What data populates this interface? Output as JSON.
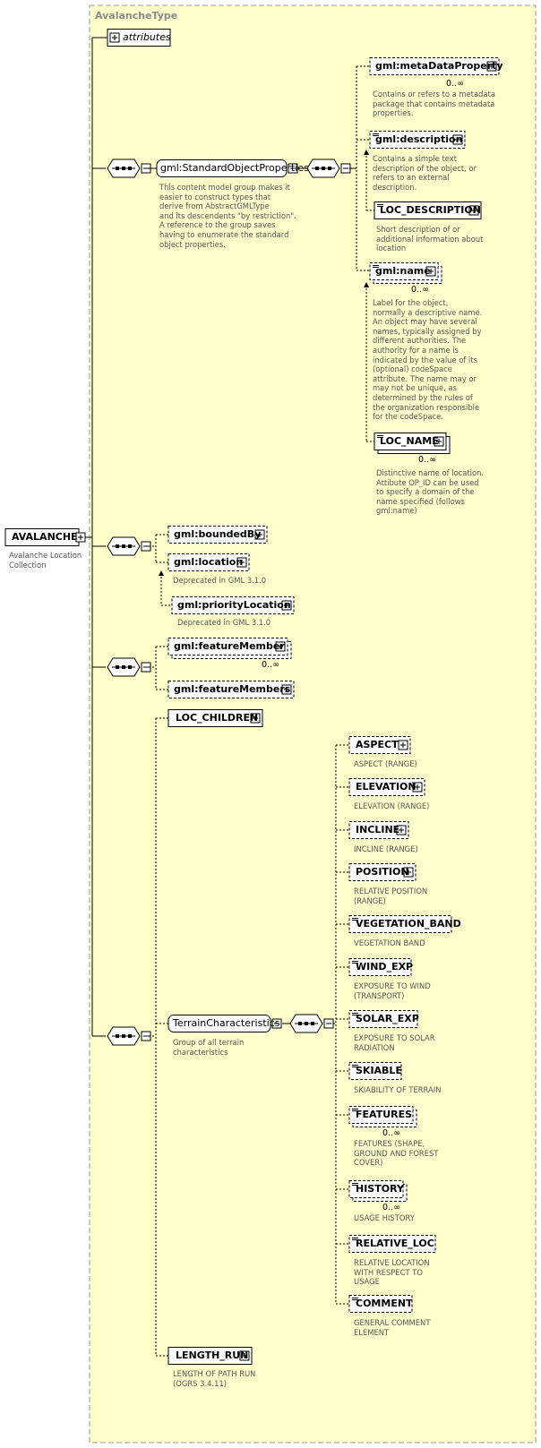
{
  "diagram": {
    "type_title": "AvalancheType",
    "root": {
      "label": "AVALANCHE",
      "doc": "Avalanche Location\nCollection"
    },
    "attributes_label": "attributes",
    "std_props": {
      "label": "gml:StandardObjectProperties",
      "doc": "This content model group makes it\neasier to construct types that\n     derive from AbstractGMLType\nand its descendents \"by restriction\".\n     A reference to the group saves\nhaving to enumerate the standard\nobject properties."
    },
    "std_children": [
      {
        "label": "gml:metaDataProperty",
        "occ": "0..∞",
        "doc": "Contains or refers to a metadata\npackage that contains metadata\nproperties."
      },
      {
        "label": "gml:description",
        "occ": "",
        "doc": "Contains a simple text\ndescription of the object, or\nrefers to an external\ndescription."
      },
      {
        "label": "LOC_DESCRIPTION",
        "occ": "",
        "doc": "Short description of or\nadditional information about\nlocation"
      },
      {
        "label": "gml:name",
        "occ": "0..∞",
        "doc": "Label for the object,\nnormally a descriptive name.\nAn object may have several\nnames, typically assigned by\ndifferent authorities.  The\nauthority for a name is\nindicated by the value of its\n(optional) codeSpace\nattribute.  The name may or\nmay not be unique, as\ndetermined by the rules of\nthe organization responsible\nfor the codeSpace."
      },
      {
        "label": "LOC_NAME",
        "occ": "0..∞",
        "doc": "Distinctive name of location.\nAttibute OP_ID can be used\nto specify a domain of the\nname specified (follows\ngml:name)"
      }
    ],
    "bounded": [
      {
        "label": "gml:boundedBy",
        "occ": "",
        "doc": ""
      },
      {
        "label": "gml:location",
        "occ": "",
        "doc": "Deprecated in GML 3.1.0"
      },
      {
        "label": "gml:priorityLocation",
        "occ": "",
        "doc": "Deprecated in GML 3.1.0"
      }
    ],
    "members": [
      {
        "label": "gml:featureMember",
        "occ": "0..∞",
        "doc": ""
      },
      {
        "label": "gml:featureMembers",
        "occ": "",
        "doc": ""
      }
    ],
    "loc_children": {
      "label": "LOC_CHILDREN"
    },
    "terrain": {
      "label": "TerrainCharacteristics",
      "doc": "Group of all terrain\ncharacteristics"
    },
    "terrain_children": [
      {
        "label": "ASPECT",
        "occ": "",
        "doc": "ASPECT (RANGE)"
      },
      {
        "label": "ELEVATION",
        "occ": "",
        "doc": "ELEVATION (RANGE)"
      },
      {
        "label": "INCLINE",
        "occ": "",
        "doc": "INCLINE (RANGE)"
      },
      {
        "label": "POSITION",
        "occ": "",
        "doc": "RELATIVE POSITION\n(RANGE)"
      },
      {
        "label": "VEGETATION_BAND",
        "occ": "",
        "doc": "VEGETATION BAND"
      },
      {
        "label": "WIND_EXP",
        "occ": "",
        "doc": "EXPOSURE TO WIND\n(TRANSPORT)"
      },
      {
        "label": "SOLAR_EXP",
        "occ": "",
        "doc": "EXPOSURE TO SOLAR\nRADIATION"
      },
      {
        "label": "SKIABLE",
        "occ": "",
        "doc": "SKIABILITY OF TERRAIN"
      },
      {
        "label": "FEATURES",
        "occ": "0..∞",
        "doc": "FEATURES (SHAPE,\nGROUND AND FOREST\nCOVER)"
      },
      {
        "label": "HISTORY",
        "occ": "0..∞",
        "doc": "USAGE HISTORY"
      },
      {
        "label": "RELATIVE_LOC",
        "occ": "",
        "doc": "RELATIVE LOCATION\nWITH RESPECT TO\nUSAGE"
      },
      {
        "label": "COMMENT",
        "occ": "",
        "doc": "GENERAL COMMENT\nELEMENT"
      }
    ],
    "length_run": {
      "label": "LENGTH_RUN",
      "doc": "LENGTH OF PATH RUN\n(OGRS 3.4.11)"
    },
    "colors": {
      "panel_fill": "#ffffcc",
      "panel_border": "#999999",
      "box_fill": "#ffffff",
      "line": "#000000",
      "doc_text": "#555555"
    }
  }
}
